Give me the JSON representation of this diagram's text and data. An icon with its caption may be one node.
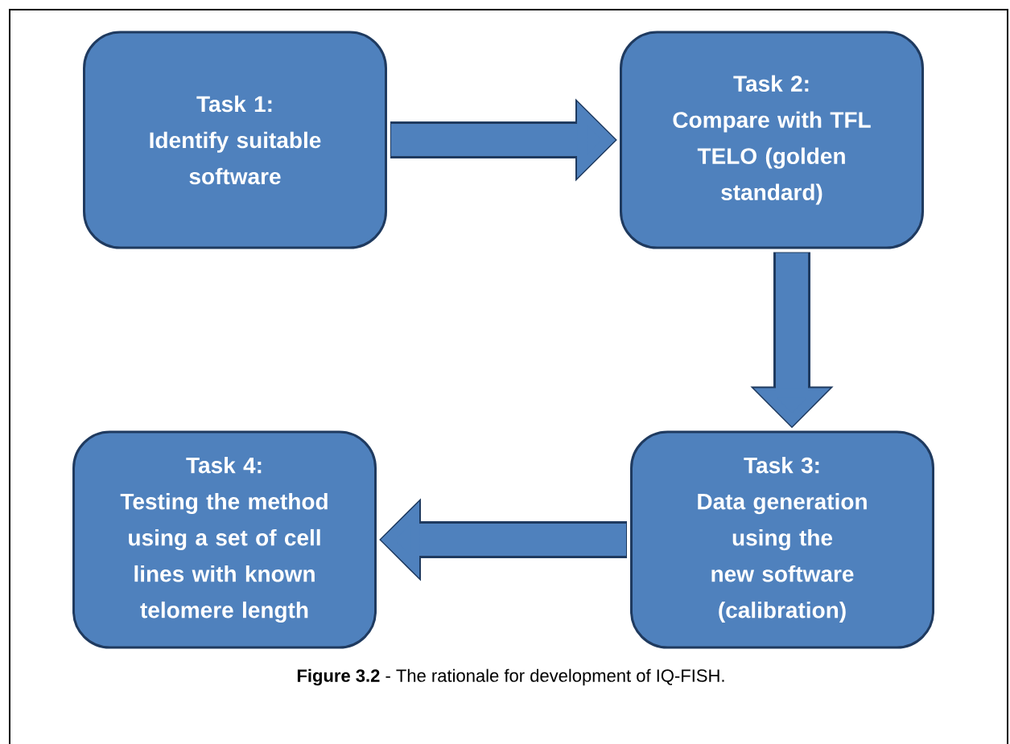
{
  "diagram": {
    "caption": "**Figure 3.2** - The rationale for development of IQ-FISH.",
    "nodes": [
      {
        "text": [
          "Task 1:",
          "Identify suitable software"
        ]
      },
      {
        "text": [
          "Task 2:",
          "Compare with TFL TELO (golden standard)"
        ]
      },
      {
        "text": [
          "Task 3:",
          "Data generation using the new software (calibration)"
        ]
      },
      {
        "text": [
          "Task 4:",
          "Testing the method using a set of cell lines with known telomere length"
        ]
      }
    ],
    "edges": [
      {
        "from": 0,
        "to": 1,
        "arrow": "to"
      },
      {
        "from": 1,
        "to": 2,
        "arrow": "to"
      },
      {
        "from": 2,
        "to": 3,
        "arrow": "to"
      }
    ]
  }
}
